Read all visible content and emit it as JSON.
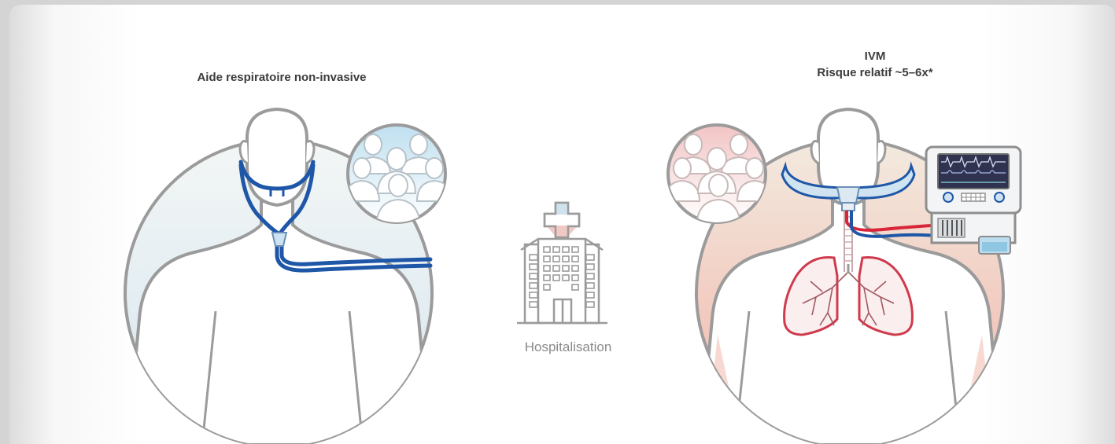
{
  "left_panel": {
    "title": "Aide respiratoire non-invasive"
  },
  "right_panel": {
    "title_line1": "IVM",
    "title_line2": "Risque relatif ~5–6x*"
  },
  "center": {
    "label": "Hospitalisation"
  },
  "colors": {
    "outline": "#9b9b9b",
    "tube_blue": "#1f57a8",
    "tube_red": "#d8253a",
    "left_tint": "#dbe8f0",
    "right_tint": "#f2c3ba",
    "text": "#3c3c3c"
  }
}
